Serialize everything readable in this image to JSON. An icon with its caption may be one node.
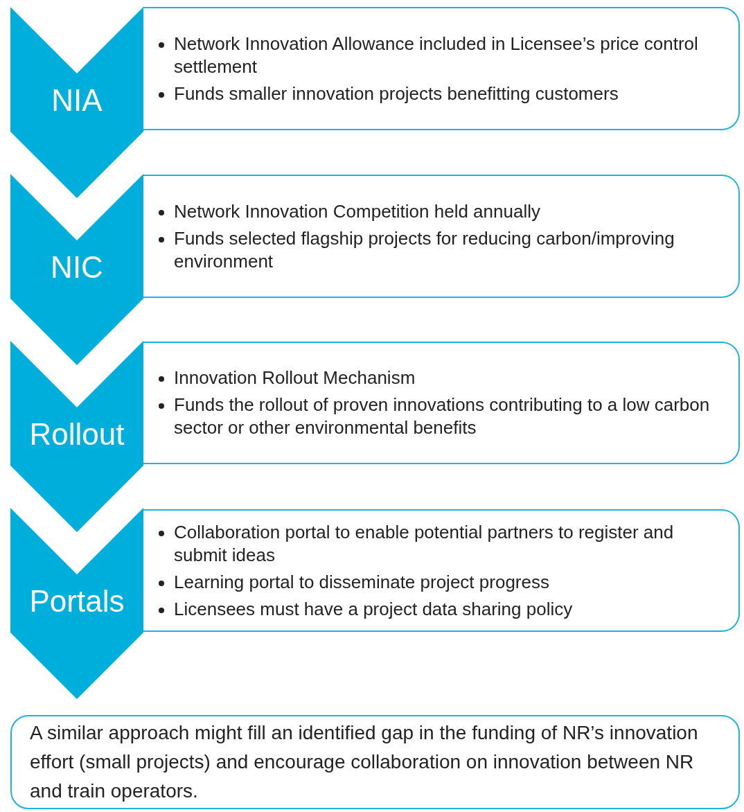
{
  "diagram": {
    "nodes": [
      {
        "text": [
          "NIA"
        ]
      },
      {
        "text": [
          "Network Innovation Allowance included in Licensee’s price control settlement",
          "Funds smaller innovation projects benefitting customers"
        ]
      },
      {
        "text": [
          "NIC"
        ]
      },
      {
        "text": [
          "Network Innovation Competition held annually",
          "Funds selected flagship projects for reducing carbon/improving environment"
        ]
      },
      {
        "text": [
          "Rollout"
        ]
      },
      {
        "text": [
          "Innovation Rollout Mechanism",
          "Funds the rollout of proven innovations contributing to a low carbon sector or other environmental benefits"
        ]
      },
      {
        "text": [
          "Portals"
        ]
      },
      {
        "text": [
          "Collaboration portal to enable potential partners to register and submit ideas",
          "Learning portal to disseminate project progress",
          "Licensees must have a project data sharing policy"
        ]
      },
      {
        "text": [
          "A similar approach might fill an identified gap in the funding of NR’s innovation effort (small projects) and encourage collaboration on innovation between NR and train operators."
        ]
      }
    ]
  }
}
